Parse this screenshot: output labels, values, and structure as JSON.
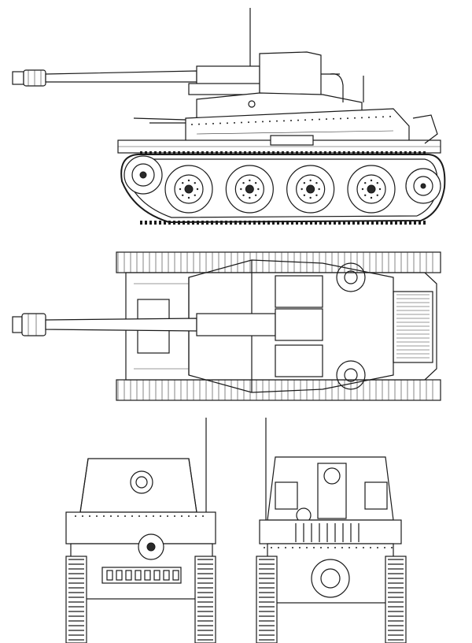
{
  "drawing": {
    "views": [
      {
        "id": "side-view"
      },
      {
        "id": "top-view"
      },
      {
        "id": "front-view"
      },
      {
        "id": "rear-view"
      }
    ],
    "side_view": {
      "road_wheels": 4
    },
    "colors": {
      "line": "#1a1a1a",
      "background": "#ffffff"
    }
  }
}
